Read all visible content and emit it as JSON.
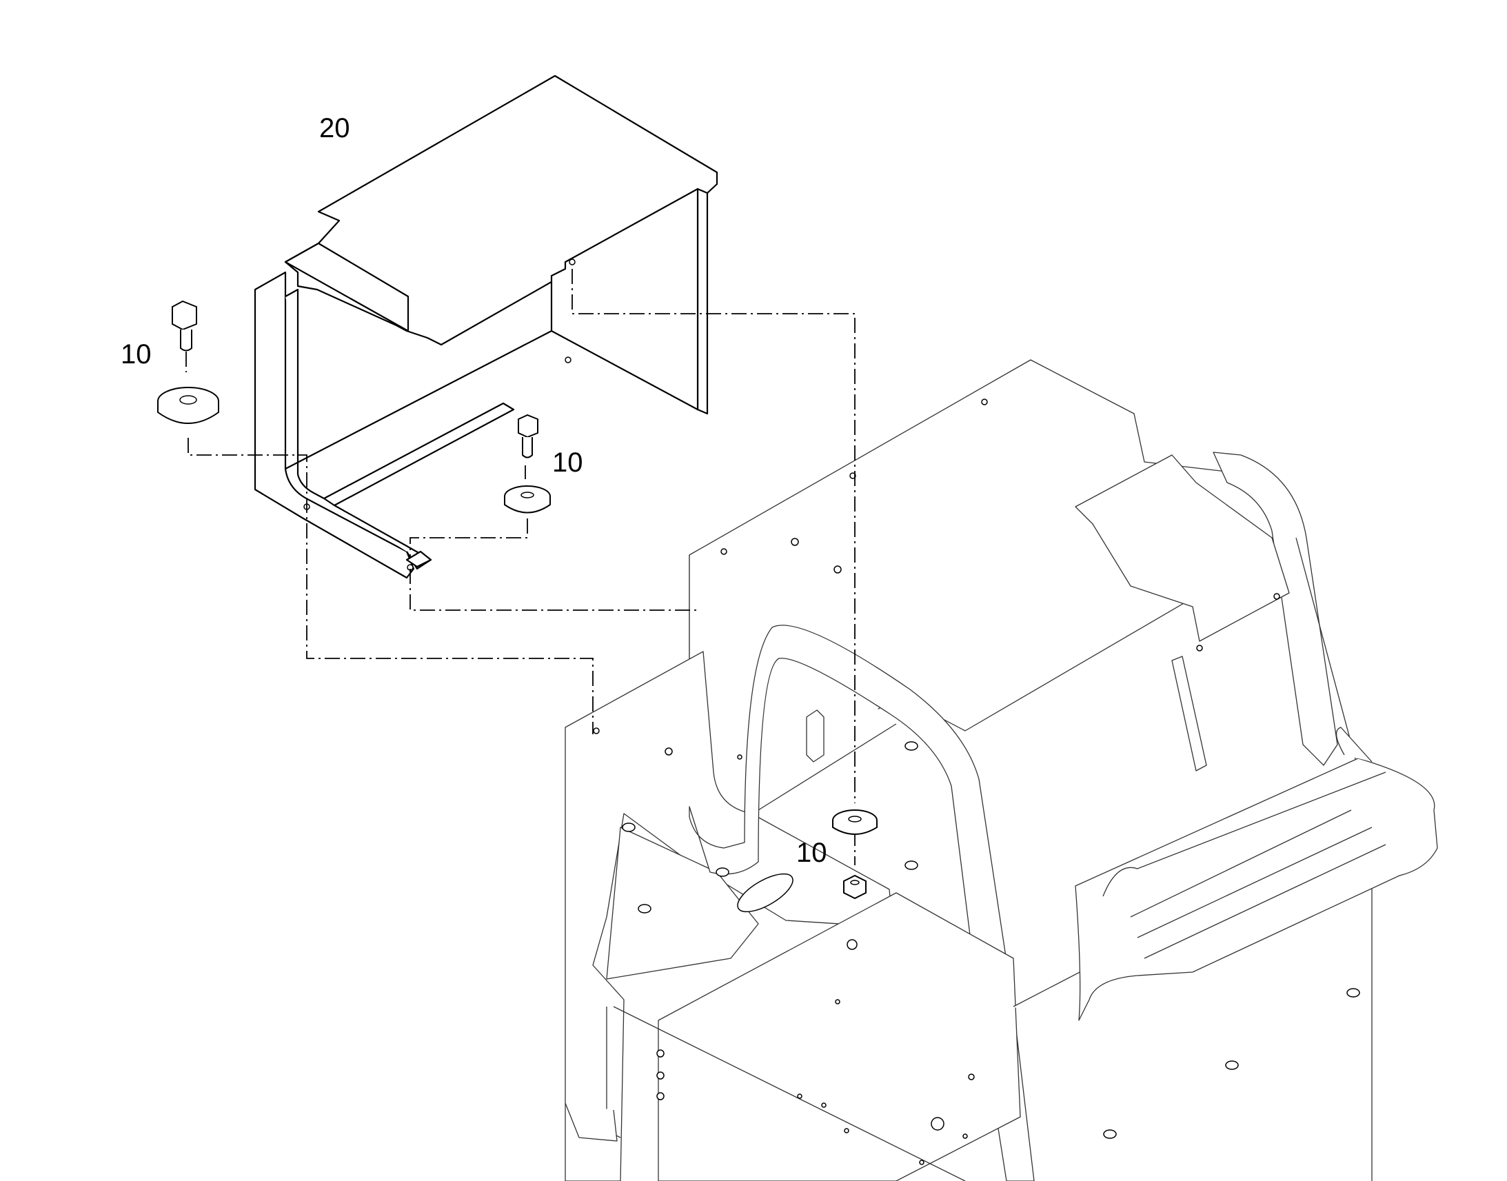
{
  "callouts": {
    "cover": "20",
    "fastener_left": "10",
    "fastener_middle": "10",
    "fastener_right": "10"
  },
  "colors": {
    "line": "#000000",
    "background": "#ffffff"
  }
}
